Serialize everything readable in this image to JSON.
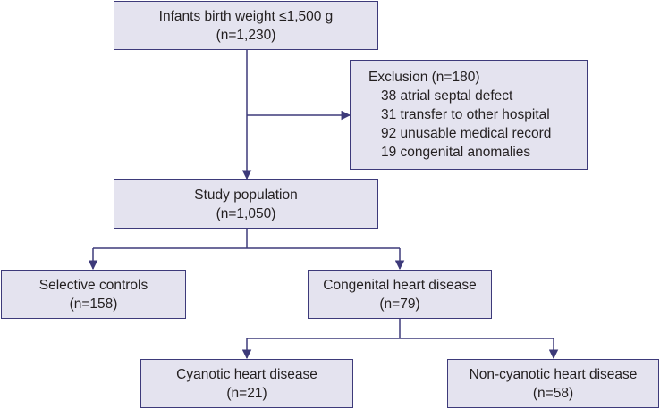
{
  "nodes": {
    "infants": {
      "title": "Infants birth weight ≤1,500 g",
      "count": "(n=1,230)"
    },
    "exclusion": {
      "title": "Exclusion (n=180)",
      "items": [
        "38 atrial septal defect",
        "31 transfer to other hospital",
        "92 unusable medical record",
        "19 congenital anomalies"
      ]
    },
    "study": {
      "title": "Study population",
      "count": "(n=1,050)"
    },
    "controls": {
      "title": "Selective controls",
      "count": "(n=158)"
    },
    "chd": {
      "title": "Congenital heart disease",
      "count": "(n=79)"
    },
    "cyanotic": {
      "title": "Cyanotic heart disease",
      "count": "(n=21)"
    },
    "noncyanotic": {
      "title": "Non-cyanotic heart disease",
      "count": "(n=58)"
    }
  },
  "colors": {
    "box_fill": "#e4e3ef",
    "box_border": "#3d3a7a",
    "connector": "#3d3a7a",
    "text": "#231f20"
  }
}
